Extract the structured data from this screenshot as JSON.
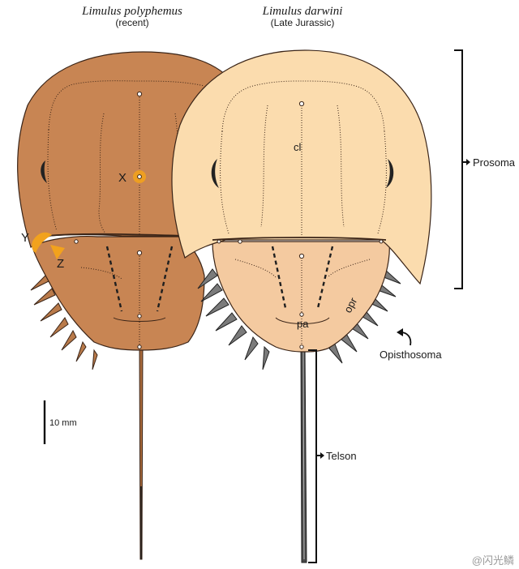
{
  "species": [
    {
      "name": "Limulus polyphemus",
      "age": "(recent)",
      "color": "#c88553"
    },
    {
      "name": "Limulus darwini",
      "age": "(Late Jurassic)",
      "color": "#fbdcae"
    }
  ],
  "parts": {
    "prosoma": "Prosoma",
    "opisthosoma": "Opisthosoma",
    "telson": "Telson"
  },
  "annotations": {
    "cl": "cl",
    "pa": "pa",
    "opr": "opr"
  },
  "markers": [
    {
      "label": "X",
      "color": "#f2a21d"
    },
    {
      "label": "Y",
      "color": "#f2a21d"
    },
    {
      "label": "Z",
      "color": "#f2a21d"
    }
  ],
  "scale_bar": {
    "label": "10 mm"
  },
  "watermark": "@闪光鳞"
}
